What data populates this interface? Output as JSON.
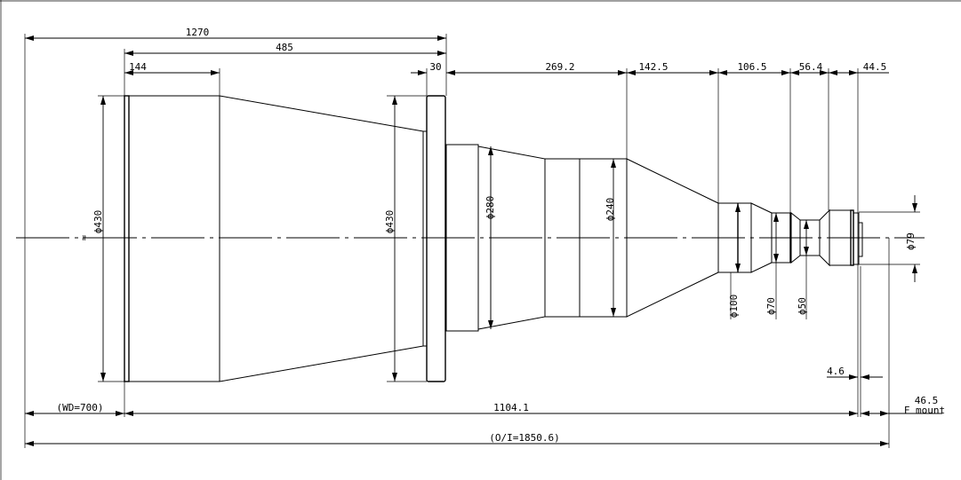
{
  "drawing": {
    "dimensions": {
      "overall_length": "1270",
      "front_barrel_to_flange": "485",
      "front_barrel": "144",
      "flange_thickness": "30",
      "seg1": "269.2",
      "seg2": "142.5",
      "seg3": "106.5",
      "seg4": "56.4",
      "seg5": "44.5",
      "working_distance": "(WD=700)",
      "lens_length": "1104.1",
      "flange_back": "46.5",
      "mount": "F mount",
      "mount_offset": "4.6",
      "object_to_image": "(O/I=1850.6)"
    },
    "diameters": {
      "front": "ϕ430",
      "flange": "ϕ430",
      "d280": "ϕ280",
      "d240": "ϕ240",
      "d100": "ϕ100",
      "d70": "ϕ70",
      "d50": "ϕ50",
      "d79": "ϕ79"
    },
    "break_mark": "≈"
  }
}
